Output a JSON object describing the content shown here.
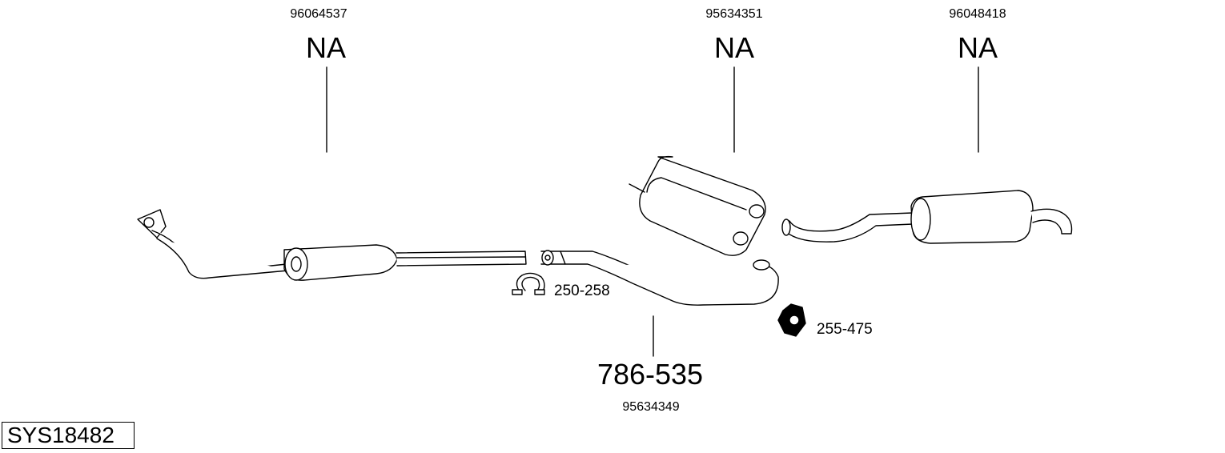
{
  "system_code": "SYS18482",
  "parts": [
    {
      "oem": "96064537",
      "code": "NA"
    },
    {
      "oem": "95634351",
      "code": "NA"
    },
    {
      "oem": "96048418",
      "code": "NA"
    },
    {
      "oem": "95634349",
      "code": "786-535"
    }
  ],
  "accessories": [
    {
      "code": "250-258",
      "icon": "clamp-icon"
    },
    {
      "code": "255-475",
      "icon": "gasket-icon"
    }
  ]
}
